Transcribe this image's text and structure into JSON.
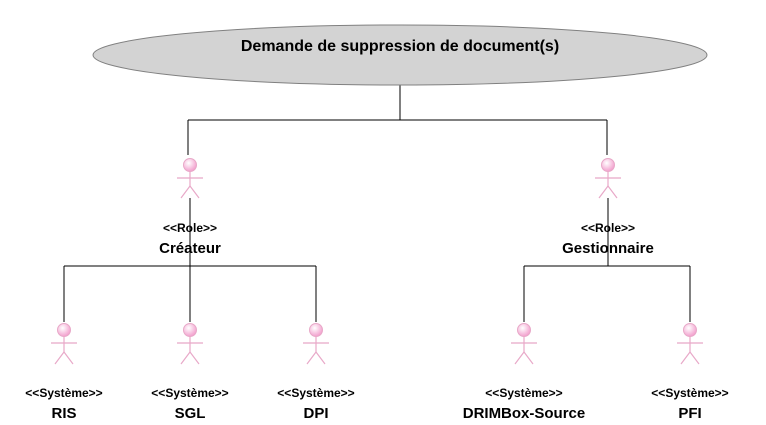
{
  "diagram": {
    "usecase": "Demande de suppression de document(s)",
    "roles": [
      {
        "stereotype": "<<Role>>",
        "name": "Créateur"
      },
      {
        "stereotype": "<<Role>>",
        "name": "Gestionnaire"
      }
    ],
    "systems": [
      {
        "stereotype": "<<Système>>",
        "name": "RIS"
      },
      {
        "stereotype": "<<Système>>",
        "name": "SGL"
      },
      {
        "stereotype": "<<Système>>",
        "name": "DPI"
      },
      {
        "stereotype": "<<Système>>",
        "name": "DRIMBox-Source"
      },
      {
        "stereotype": "<<Système>>",
        "name": "PFI"
      }
    ]
  },
  "colors": {
    "ellipse_fill": "#d3d3d3",
    "actor_head": "#f5b0d5",
    "actor_stroke": "#e8a8c8"
  }
}
